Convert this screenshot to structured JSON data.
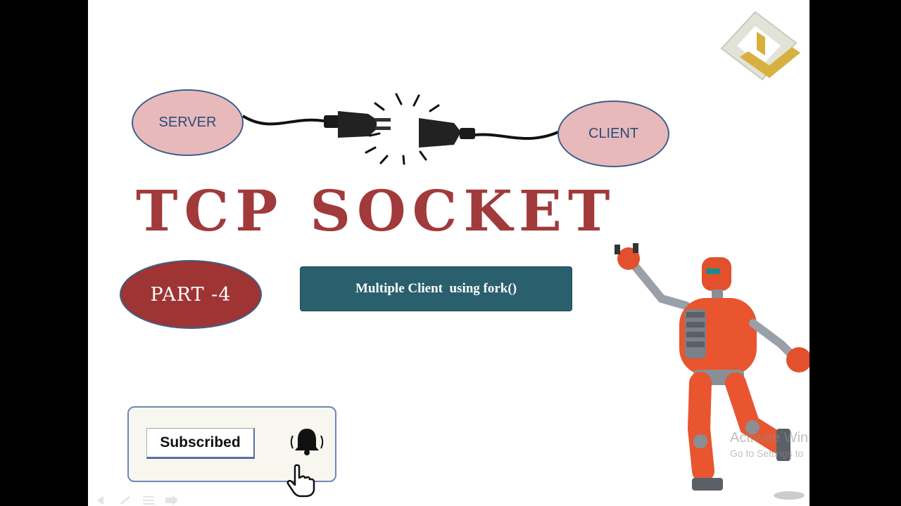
{
  "slide": {
    "server_label": "SERVER",
    "client_label": "CLIENT",
    "title": "TCP SOCKET",
    "part_label": "PART -4",
    "banner_text": "Multiple Client  using fork()"
  },
  "subscribe": {
    "button_label": "Subscribed"
  },
  "watermark": {
    "line1": "Activate Win",
    "line2": "Go to Settings to"
  },
  "colors": {
    "title": "#a13a3a",
    "ellipse_fill": "#e8b9bb",
    "banner": "#2a5f6e",
    "part_fill": "#9e3434"
  },
  "icons": [
    "plug-icon",
    "bell-icon",
    "hand-cursor-icon",
    "logo-icon",
    "robot-illustration"
  ]
}
